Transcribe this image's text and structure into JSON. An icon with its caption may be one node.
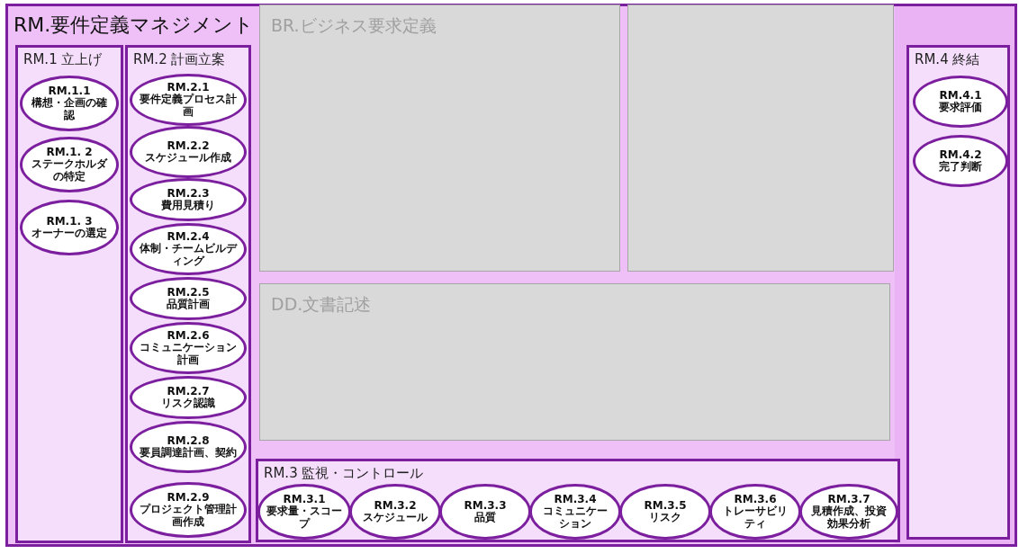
{
  "diagram": {
    "nodes": [
      {
        "text": [
          "RM.要件定義マネジメント"
        ]
      },
      {
        "text": [
          "RM.1 立上げ"
        ],
        "in": 0
      },
      {
        "text": [
          "RM.1.1",
          "構想・企画の確認"
        ],
        "in": 1
      },
      {
        "text": [
          "RM.1. 2",
          "ステークホルダの特定"
        ],
        "in": 1
      },
      {
        "text": [
          "RM.1. 3",
          "オーナーの選定"
        ],
        "in": 1
      },
      {
        "text": [
          "RM.2 計画立案"
        ],
        "in": 0
      },
      {
        "text": [
          "RM.2.1",
          "要件定義プロセス計画"
        ],
        "in": 5
      },
      {
        "text": [
          "RM.2.2",
          "スケジュール作成"
        ],
        "in": 5
      },
      {
        "text": [
          "RM.2.3",
          "費用見積り"
        ],
        "in": 5
      },
      {
        "text": [
          "RM.2.4",
          "体制・チームビルディング"
        ],
        "in": 5
      },
      {
        "text": [
          "RM.2.5",
          "品質計画"
        ],
        "in": 5
      },
      {
        "text": [
          "RM.2.6",
          "コミュニケーション計画"
        ],
        "in": 5
      },
      {
        "text": [
          "RM.2.7",
          "リスク認識"
        ],
        "in": 5
      },
      {
        "text": [
          "RM.2.8",
          "要員調達計画、契約"
        ],
        "in": 5
      },
      {
        "text": [
          "RM.2.9",
          "プロジェクト管理計画作成"
        ],
        "in": 5
      },
      {
        "text": [
          "BR.ビジネス要求定義"
        ],
        "in": 0
      },
      {
        "text": [],
        "shape": "box",
        "in": 0
      },
      {
        "text": [
          "DD.文書記述"
        ],
        "in": 0
      },
      {
        "text": [
          "RM.3 監視・コントロール"
        ],
        "in": 0
      },
      {
        "text": [
          "RM.3.1",
          "要求量・スコープ"
        ],
        "in": 18
      },
      {
        "text": [
          "RM.3.2",
          "スケジュール"
        ],
        "in": 18
      },
      {
        "text": [
          "RM.3.3",
          "品質"
        ],
        "in": 18
      },
      {
        "text": [
          "RM.3.4",
          "コミュニケーション"
        ],
        "in": 18
      },
      {
        "text": [
          "RM.3.5",
          "リスク"
        ],
        "in": 18
      },
      {
        "text": [
          "RM.3.6",
          "トレーサビリティ"
        ],
        "in": 18
      },
      {
        "text": [
          "RM.3.7",
          "見積作成、投資効果分析"
        ],
        "in": 18
      },
      {
        "text": [
          "RM.4 終結"
        ],
        "in": 0
      },
      {
        "text": [
          "RM.4.1",
          "要求評価"
        ],
        "in": 26
      },
      {
        "text": [
          "RM.4.2",
          "完了判断"
        ],
        "in": 26
      }
    ],
    "edges": []
  }
}
